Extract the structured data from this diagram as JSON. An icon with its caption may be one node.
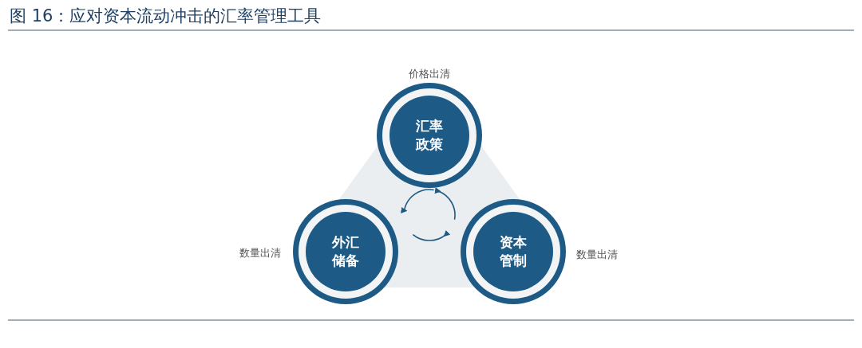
{
  "diagram": {
    "title": "图 16：应对资本流动冲击的汇率管理工具",
    "nodes": [
      {
        "text": [
          "汇率政策"
        ],
        "beside": [
          "价格出清"
        ]
      },
      {
        "text": [
          "外汇储备"
        ],
        "beside": [
          "数量出清"
        ]
      },
      {
        "text": [
          "资本管制"
        ],
        "beside": [
          "数量出清"
        ]
      }
    ]
  }
}
